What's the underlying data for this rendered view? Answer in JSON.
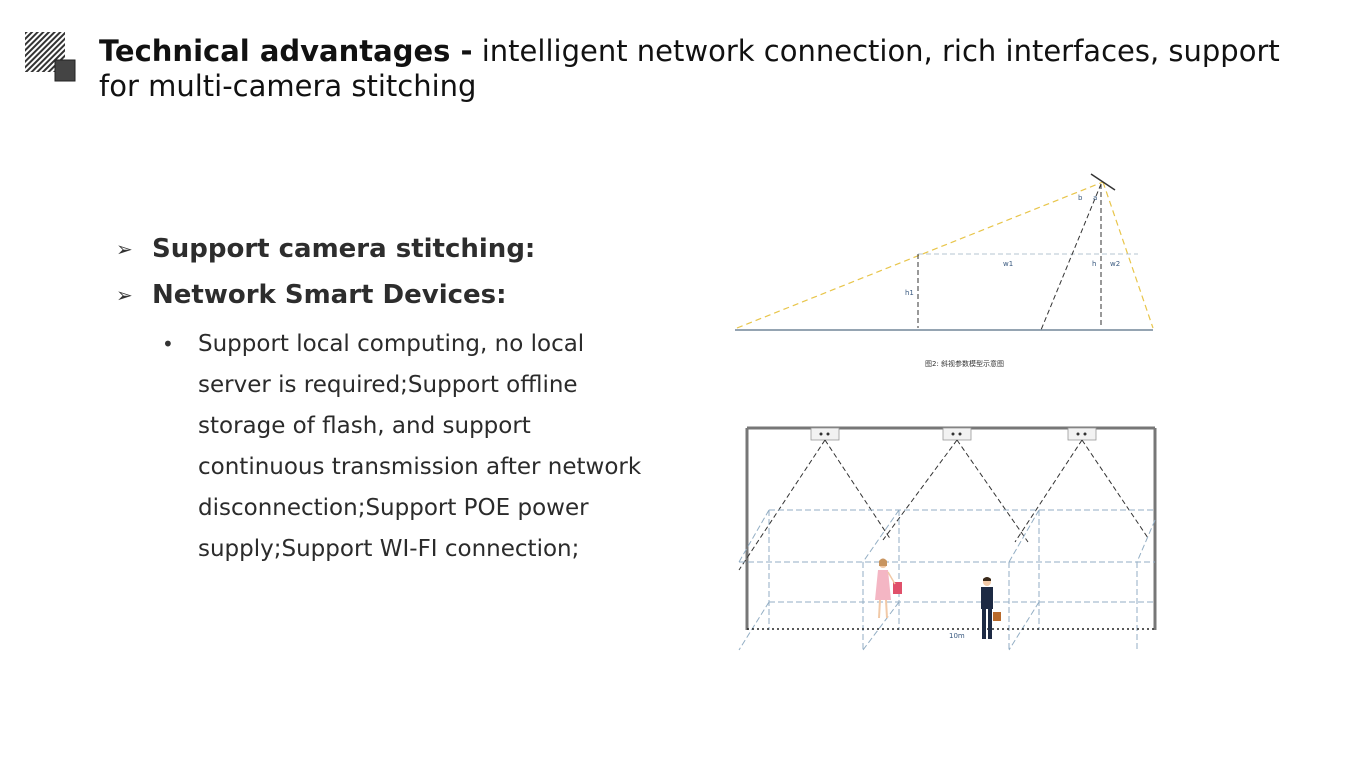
{
  "slide": {
    "title_bold": "Technical advantages -",
    "title_rest": " intelligent network connection, rich interfaces, support for multi-camera stitching",
    "bullets": [
      {
        "label": "Support camera stitching:"
      },
      {
        "label": "Network Smart Devices:"
      }
    ],
    "sub_bullet": "Support local computing, no local server is required;Support offline storage of flash, and support continuous transmission after network disconnection;Support POE power supply;Support WI-FI connection;"
  },
  "diagram_top": {
    "labels": {
      "b": "b",
      "a": "a",
      "w1": "w1",
      "h": "h",
      "w2": "w2",
      "h1": "h1"
    },
    "caption": "图2: 斜视参数模型示意图",
    "colors": {
      "fov_line": "#e8c54a",
      "dash_line": "#333333",
      "grid_line": "#b5c4d0",
      "label": "#3a5a80"
    }
  },
  "diagram_bottom": {
    "distance_label": "10m",
    "colors": {
      "wall": "#777777",
      "box_line": "#93aec4",
      "cone_line": "#333333",
      "woman_dress": "#f4b6c4",
      "bag": "#e0506a",
      "suit": "#1d2a44",
      "briefcase": "#b86a2c"
    }
  }
}
